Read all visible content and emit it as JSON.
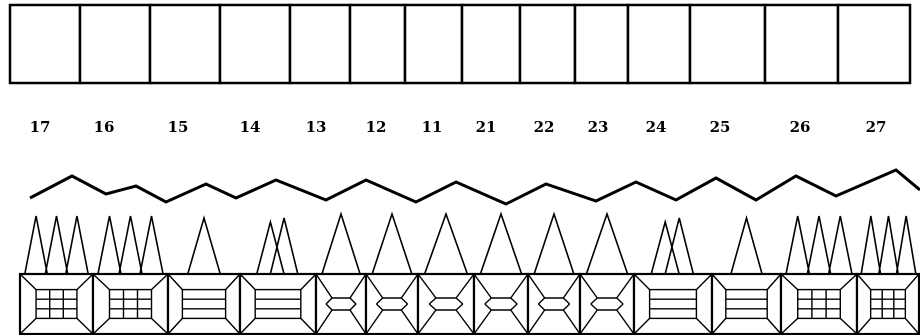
{
  "chart": {
    "teeth": [
      {
        "number": "17",
        "roots": 3,
        "crown": "molar"
      },
      {
        "number": "16",
        "roots": 3,
        "crown": "molar"
      },
      {
        "number": "15",
        "roots": 1,
        "crown": "premolar"
      },
      {
        "number": "14",
        "roots": 2,
        "crown": "premolar"
      },
      {
        "number": "13",
        "roots": 1,
        "crown": "anterior"
      },
      {
        "number": "12",
        "roots": 1,
        "crown": "anterior"
      },
      {
        "number": "11",
        "roots": 1,
        "crown": "anterior"
      },
      {
        "number": "21",
        "roots": 1,
        "crown": "anterior"
      },
      {
        "number": "22",
        "roots": 1,
        "crown": "anterior"
      },
      {
        "number": "23",
        "roots": 1,
        "crown": "anterior"
      },
      {
        "number": "24",
        "roots": 2,
        "crown": "premolar"
      },
      {
        "number": "25",
        "roots": 1,
        "crown": "premolar"
      },
      {
        "number": "26",
        "roots": 3,
        "crown": "molar"
      },
      {
        "number": "27",
        "roots": 3,
        "crown": "molar"
      }
    ]
  },
  "colors": {
    "ink": "#000000",
    "background": "#ffffff"
  }
}
